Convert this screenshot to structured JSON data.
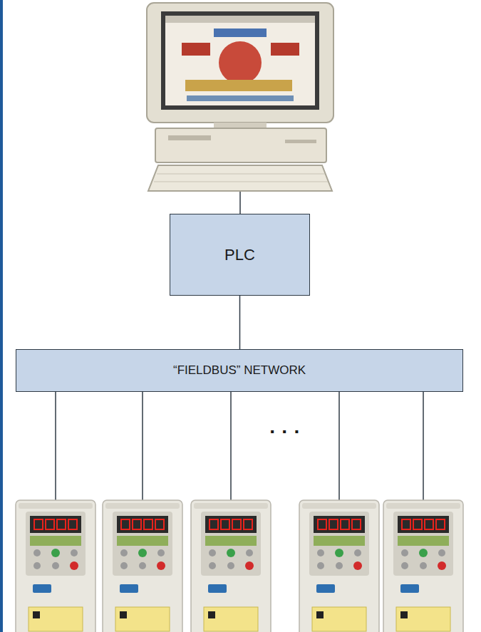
{
  "diagram": {
    "nodes": [
      {
        "text": [
          "PLC"
        ]
      },
      {
        "text": [
          "“FIELDBUS” NETWORK"
        ]
      }
    ],
    "edges": [
      {
        "from": 0,
        "to": 1,
        "arrow": "none"
      }
    ],
    "labels": [
      "· · ·"
    ]
  }
}
